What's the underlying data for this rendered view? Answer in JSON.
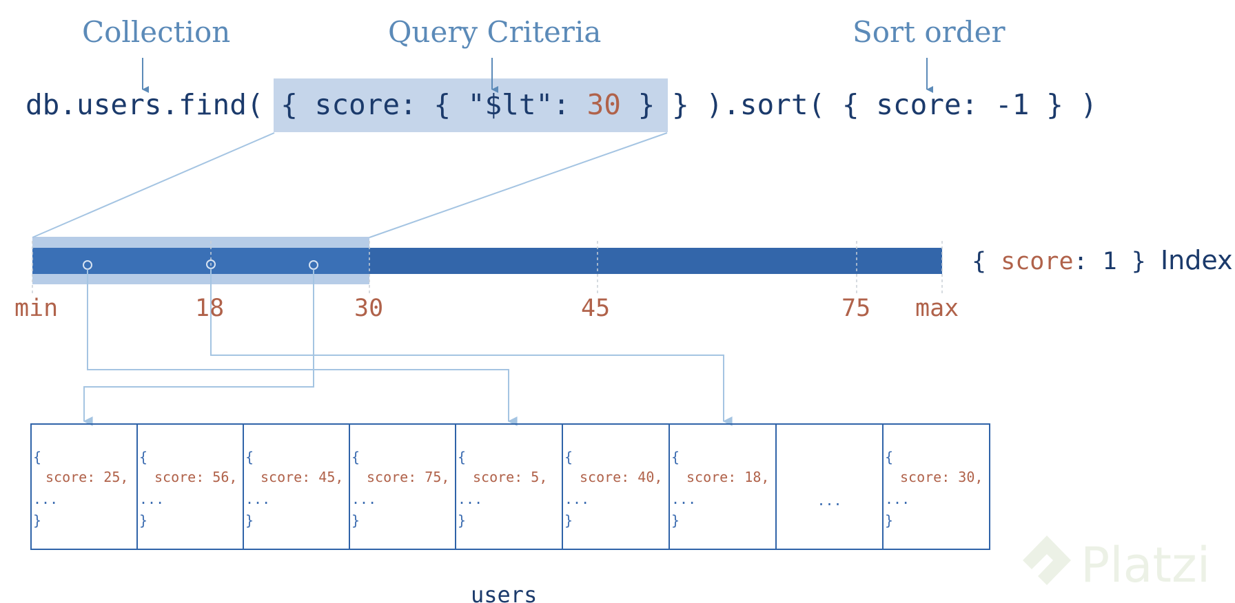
{
  "labels": {
    "collection": "Collection",
    "query_criteria": "Query Criteria",
    "sort_order": "Sort order"
  },
  "code": {
    "prefix": "db.users.find( ",
    "query_open": "{ score: { \"$lt\": ",
    "query_value": "30",
    "query_close": " } }",
    "sort": " ).sort( { score: -1 } )"
  },
  "index": {
    "open": "{ ",
    "field": "score",
    "mid": ": 1 } ",
    "word": "Index",
    "ticks": [
      "min",
      "18",
      "30",
      "45",
      "75",
      "max"
    ]
  },
  "documents": [
    {
      "open": "{",
      "score": "score: 25,",
      "more": "...",
      "close": "}"
    },
    {
      "open": "{",
      "score": "score: 56,",
      "more": "...",
      "close": "}"
    },
    {
      "open": "{",
      "score": "score: 45,",
      "more": "...",
      "close": "}"
    },
    {
      "open": "{",
      "score": "score: 75,",
      "more": "...",
      "close": "}"
    },
    {
      "open": "{",
      "score": "score: 5,",
      "more": "...",
      "close": "}"
    },
    {
      "open": "{",
      "score": "score: 40,",
      "more": "...",
      "close": "}"
    },
    {
      "open": "{",
      "score": "score: 18,",
      "more": "...",
      "close": "}"
    },
    {
      "ellipsis": "..."
    },
    {
      "open": "{",
      "score": "score: 30,",
      "more": "...",
      "close": "}"
    }
  ],
  "collection_name": "users",
  "watermark": "Platzi",
  "colors": {
    "index_bar": "#3366aa",
    "range_highlight": "#a9c3e3",
    "connector": "#a4c4e2",
    "number": "#b0624a",
    "label": "#5b8ab8"
  }
}
